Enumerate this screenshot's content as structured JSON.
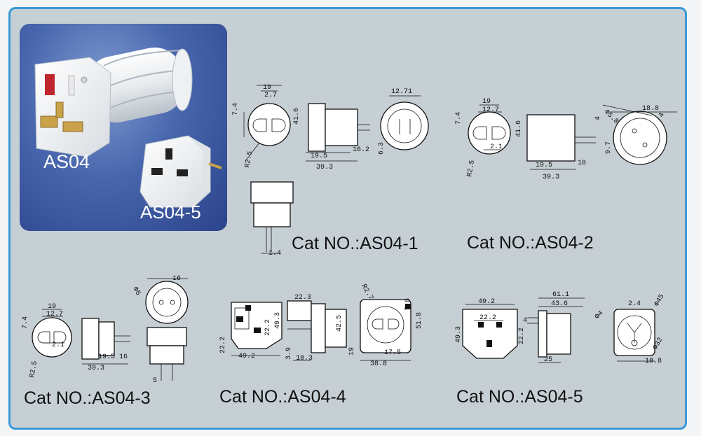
{
  "photo": {
    "label_large": "AS04",
    "label_small": "AS04-5"
  },
  "models": [
    {
      "cat": "Cat NO.:AS04-1"
    },
    {
      "cat": "Cat NO.:AS04-2"
    },
    {
      "cat": "Cat NO.:AS04-3"
    },
    {
      "cat": "Cat NO.:AS04-4"
    },
    {
      "cat": "Cat NO.:AS04-5"
    }
  ],
  "dims": {
    "m1": {
      "front_w": "19",
      "front_pin": "2.7",
      "h74": "7.4",
      "r": "R2.5",
      "side_h": "41.6",
      "side_w": "19.5",
      "side_total": "39.3",
      "side_pin": "16.2",
      "pin_h": "6.3",
      "back_w": "12.71",
      "bottom_pin": "1.4"
    },
    "m2": {
      "front_w": "19",
      "front_pin": "12.7",
      "front_pin2": "2.1",
      "h74": "7.4",
      "r": "R2.5",
      "side_h": "41.6",
      "side_w": "19.5",
      "side_total": "39.3",
      "side_pin": "18",
      "pin_h": "4",
      "phi": "Φ5.8",
      "back_w": "18.8",
      "back_h": "9.7",
      "back_small": "4"
    },
    "m3": {
      "front_w": "19",
      "front_pin": "12.7",
      "front_pin2": "2.1",
      "h74": "7.4",
      "r": "R2.5",
      "side_w": "19.5",
      "side_pin": "16",
      "side_total": "39.3",
      "phi": "Φ5",
      "back_w": "16",
      "bottom_pin": "5"
    },
    "m4": {
      "front_h": "49.3",
      "front_w": "49.2",
      "front_left": "22.2",
      "front_mid": "22.2",
      "side_top": "22.3",
      "side_h": "42.5",
      "side_w": "18.3",
      "side_pin": "3.9",
      "r": "R2.7",
      "back_h": "51.8",
      "back_pin": "7.8",
      "back_w": "38.8",
      "back_s": "17.5",
      "back_19": "19"
    },
    "m5": {
      "front_w": "49.2",
      "front_pin": "22.2",
      "front_h": "49.3",
      "side_total": "61.1",
      "side_w": "43.6",
      "side_pin": "4",
      "side_h": "22.2",
      "side_bottom": "25",
      "back_top": "2.4",
      "phi_big": "Φ45",
      "phi_small": "Φ4",
      "phi_mid": "Φ32",
      "back_w": "18.8"
    }
  }
}
